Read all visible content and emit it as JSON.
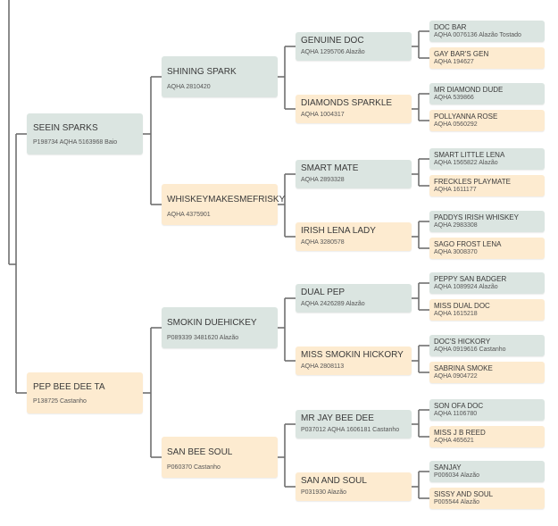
{
  "pedigree": [
    {
      "id": "sire",
      "name": "SEEIN SPARKS",
      "reg": "P198734    AQHA  5163968 Baio",
      "sex": "male"
    },
    {
      "id": "dam",
      "name": "PEP BEE DEE TA",
      "reg": "P138725 Castanho",
      "sex": "female"
    },
    {
      "id": "ss",
      "name": "SHINING SPARK",
      "reg": "AQHA  2810420",
      "sex": "male"
    },
    {
      "id": "sd",
      "name": "WHISKEYMAKESMEFRISKY",
      "reg": "AQHA  4375901",
      "sex": "female"
    },
    {
      "id": "ds",
      "name": "SMOKIN DUEHICKEY",
      "reg": "P089339    3481620 Alazão",
      "sex": "male"
    },
    {
      "id": "dd",
      "name": "SAN BEE SOUL",
      "reg": "P060370 Castanho",
      "sex": "female"
    },
    {
      "id": "sss",
      "name": "GENUINE DOC",
      "reg": "AQHA  1295706 Alazão",
      "sex": "male"
    },
    {
      "id": "ssd",
      "name": "DIAMONDS SPARKLE",
      "reg": "AQHA  1004317",
      "sex": "female"
    },
    {
      "id": "sds",
      "name": "SMART MATE",
      "reg": "AQHA  2893328",
      "sex": "male"
    },
    {
      "id": "sdd",
      "name": "IRISH LENA LADY",
      "reg": "AQHA  3280578",
      "sex": "female"
    },
    {
      "id": "dss",
      "name": "DUAL PEP",
      "reg": "AQHA  2426289 Alazão",
      "sex": "male"
    },
    {
      "id": "dsd",
      "name": "MISS SMOKIN HICKORY",
      "reg": "AQHA  2808113",
      "sex": "female"
    },
    {
      "id": "dds",
      "name": "MR JAY BEE DEE",
      "reg": "P037012    AQHA  1606181 Castanho",
      "sex": "male"
    },
    {
      "id": "ddd",
      "name": "SAN AND SOUL",
      "reg": "P031930 Alazão",
      "sex": "female"
    },
    {
      "id": "ssss",
      "name": "DOC BAR",
      "reg": "AQHA  0076136 Alazão Tostado",
      "sex": "male"
    },
    {
      "id": "sssd",
      "name": "GAY BAR'S GEN",
      "reg": "AQHA  194627",
      "sex": "female"
    },
    {
      "id": "ssds",
      "name": "MR DIAMOND DUDE",
      "reg": "AQHA  539866",
      "sex": "male"
    },
    {
      "id": "ssdd",
      "name": "POLLYANNA ROSE",
      "reg": "AQHA  0560292",
      "sex": "female"
    },
    {
      "id": "sdss",
      "name": "SMART LITTLE LENA",
      "reg": "AQHA  1565822 Alazão",
      "sex": "male"
    },
    {
      "id": "sdsd",
      "name": "FRECKLES PLAYMATE",
      "reg": "AQHA  1611177",
      "sex": "female"
    },
    {
      "id": "sdds",
      "name": "PADDYS IRISH WHISKEY",
      "reg": "AQHA  2983308",
      "sex": "male"
    },
    {
      "id": "sddd",
      "name": "SAGO FROST LENA",
      "reg": "AQHA  3008370",
      "sex": "female"
    },
    {
      "id": "dsss",
      "name": "PEPPY SAN BADGER",
      "reg": "AQHA  1089924 Alazão",
      "sex": "male"
    },
    {
      "id": "dssd",
      "name": "MISS DUAL DOC",
      "reg": "AQHA  1615218",
      "sex": "female"
    },
    {
      "id": "dsds",
      "name": "DOC'S HICKORY",
      "reg": "AQHA  0919616 Castanho",
      "sex": "male"
    },
    {
      "id": "dsdd",
      "name": "SABRINA SMOKE",
      "reg": "AQHA  0904722",
      "sex": "female"
    },
    {
      "id": "ddss",
      "name": "SON OFA DOC",
      "reg": "AQHA  1106780",
      "sex": "male"
    },
    {
      "id": "ddsd",
      "name": "MISS J B REED",
      "reg": "AQHA  465621",
      "sex": "female"
    },
    {
      "id": "ddds",
      "name": "SANJAY",
      "reg": "P006034 Alazão",
      "sex": "male"
    },
    {
      "id": "dddd",
      "name": "SISSY AND SOUL",
      "reg": "P005544 Alazão",
      "sex": "female"
    }
  ],
  "colors": {
    "male": "#dbe5e1",
    "female": "#fdebd0",
    "line": "#6f6f6f"
  }
}
